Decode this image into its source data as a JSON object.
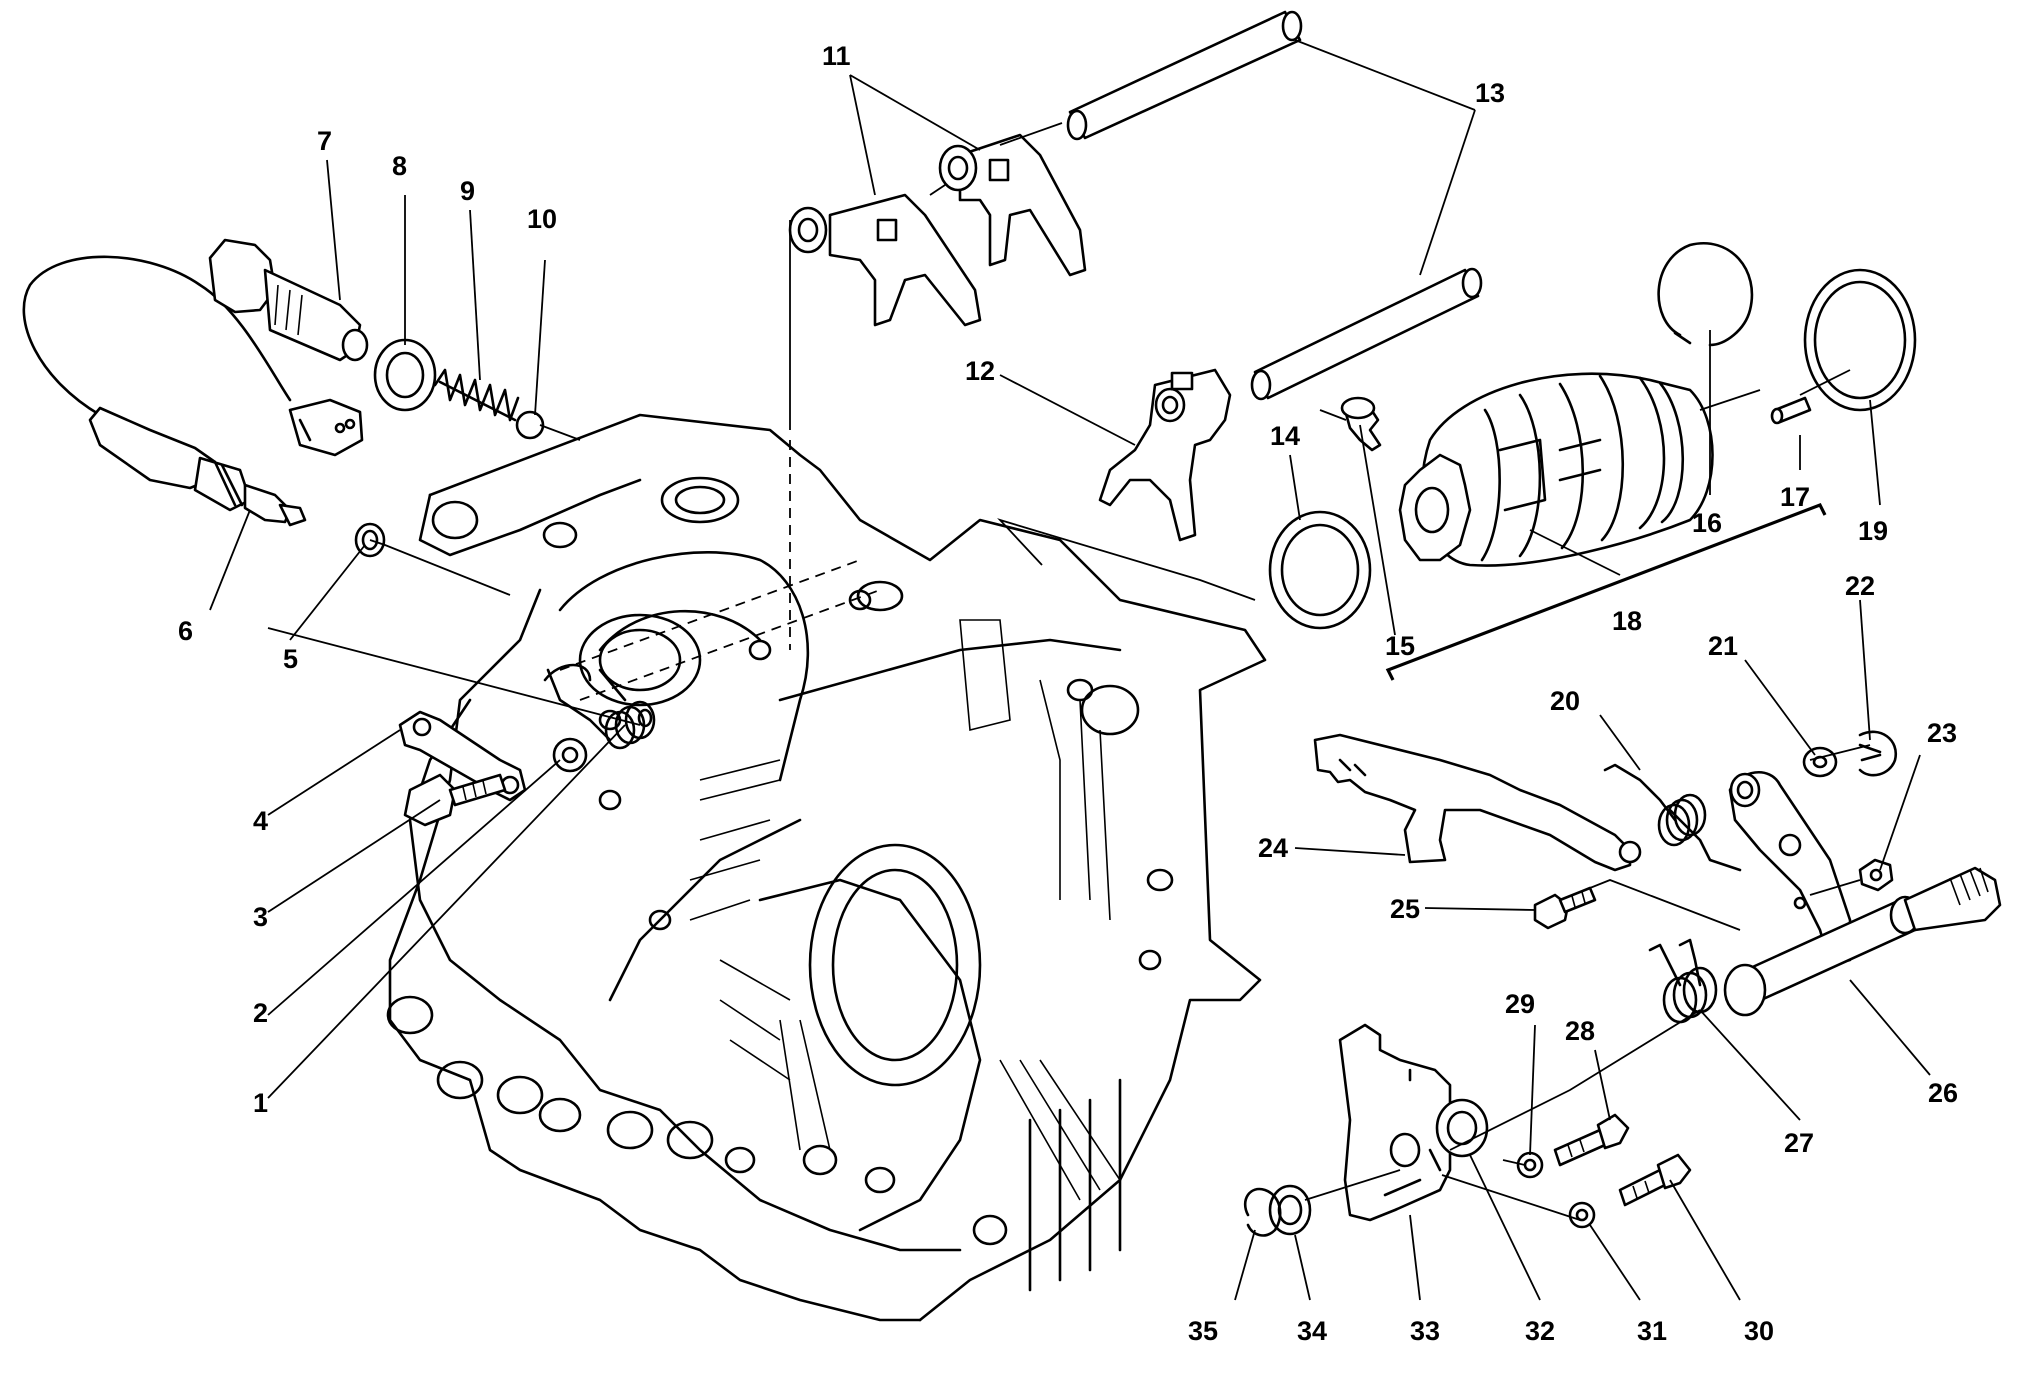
{
  "labels": [
    {
      "id": "1",
      "text": "1"
    },
    {
      "id": "2",
      "text": "2"
    },
    {
      "id": "3",
      "text": "3"
    },
    {
      "id": "4",
      "text": "4"
    },
    {
      "id": "5",
      "text": "5"
    },
    {
      "id": "6",
      "text": "6"
    },
    {
      "id": "7",
      "text": "7"
    },
    {
      "id": "8",
      "text": "8"
    },
    {
      "id": "9",
      "text": "9"
    },
    {
      "id": "10",
      "text": "10"
    },
    {
      "id": "11",
      "text": "11"
    },
    {
      "id": "12",
      "text": "12"
    },
    {
      "id": "13",
      "text": "13"
    },
    {
      "id": "14",
      "text": "14"
    },
    {
      "id": "15",
      "text": "15"
    },
    {
      "id": "16",
      "text": "16"
    },
    {
      "id": "17",
      "text": "17"
    },
    {
      "id": "18",
      "text": "18"
    },
    {
      "id": "19",
      "text": "19"
    },
    {
      "id": "20",
      "text": "20"
    },
    {
      "id": "21",
      "text": "21"
    },
    {
      "id": "22",
      "text": "22"
    },
    {
      "id": "23",
      "text": "23"
    },
    {
      "id": "24",
      "text": "24"
    },
    {
      "id": "25",
      "text": "25"
    },
    {
      "id": "26",
      "text": "26"
    },
    {
      "id": "27",
      "text": "27"
    },
    {
      "id": "28",
      "text": "28"
    },
    {
      "id": "29",
      "text": "29"
    },
    {
      "id": "30",
      "text": "30"
    },
    {
      "id": "31",
      "text": "31"
    },
    {
      "id": "32",
      "text": "32"
    },
    {
      "id": "33",
      "text": "33"
    },
    {
      "id": "34",
      "text": "34"
    },
    {
      "id": "35",
      "text": "35"
    }
  ]
}
